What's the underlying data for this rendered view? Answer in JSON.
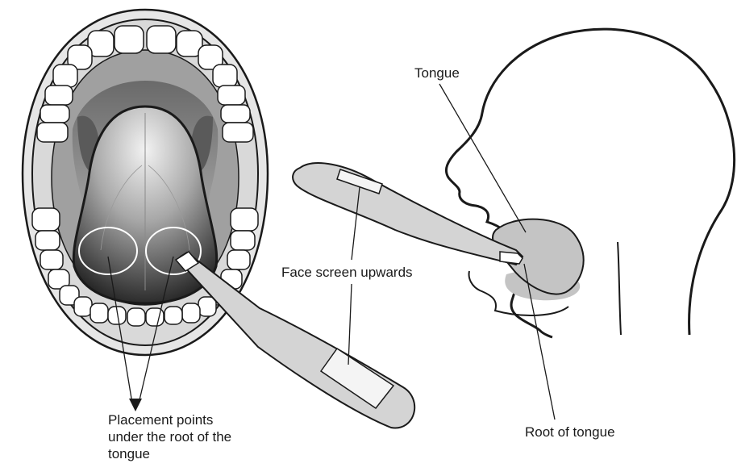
{
  "labels": {
    "tongue": "Tongue",
    "face_screen": "Face screen upwards",
    "root_of_tongue": "Root of tongue",
    "placement_points": "Placement points under the root of the tongue"
  },
  "colors": {
    "outline": "#1a1a1a",
    "skin": "#d9d9d9",
    "tongue_side": "#c4c4c4",
    "mouth_dark": "#3a3a3a",
    "tongue_light": "#f2f2f2",
    "tongue_dark": "#262626",
    "thermometer": "#d4d4d4",
    "screen": "#f4f4f4",
    "placement_ring": "#ffffff"
  }
}
